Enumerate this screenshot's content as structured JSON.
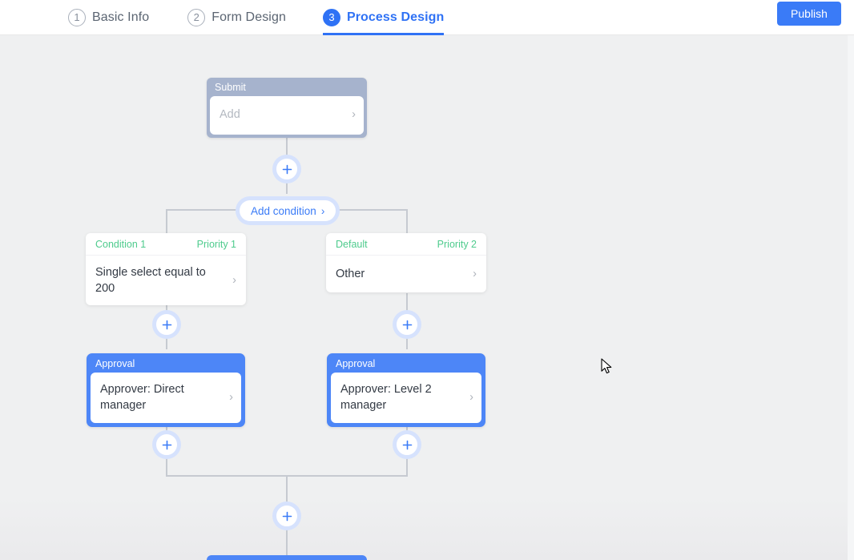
{
  "header": {
    "steps": [
      {
        "num": "1",
        "label": "Basic Info",
        "active": false
      },
      {
        "num": "2",
        "label": "Form Design",
        "active": false
      },
      {
        "num": "3",
        "label": "Process Design",
        "active": true
      }
    ],
    "publish_label": "Publish",
    "accent_color": "#2f72f5"
  },
  "flow": {
    "submit_node": {
      "header": "Submit",
      "body": "Add",
      "chevron": "›",
      "header_color": "#a6b3cd"
    },
    "add_condition": {
      "label": "Add condition",
      "chevron": "›"
    },
    "branches": [
      {
        "condition": {
          "name": "Condition 1",
          "priority": "Priority 1",
          "body": "Single select equal to 200",
          "chevron": "›",
          "label_color": "#4ecb8d"
        },
        "approval": {
          "header": "Approval",
          "body": "Approver: Direct manager",
          "chevron": "›",
          "header_color": "#4d86f7"
        }
      },
      {
        "condition": {
          "name": "Default",
          "priority": "Priority 2",
          "body": "Other",
          "chevron": "›",
          "label_color": "#4ecb8d"
        },
        "approval": {
          "header": "Approval",
          "body": "Approver: Level 2 manager",
          "chevron": "›",
          "header_color": "#4d86f7"
        }
      }
    ],
    "add_buttons": {
      "glyph": "+",
      "count": 6
    }
  }
}
